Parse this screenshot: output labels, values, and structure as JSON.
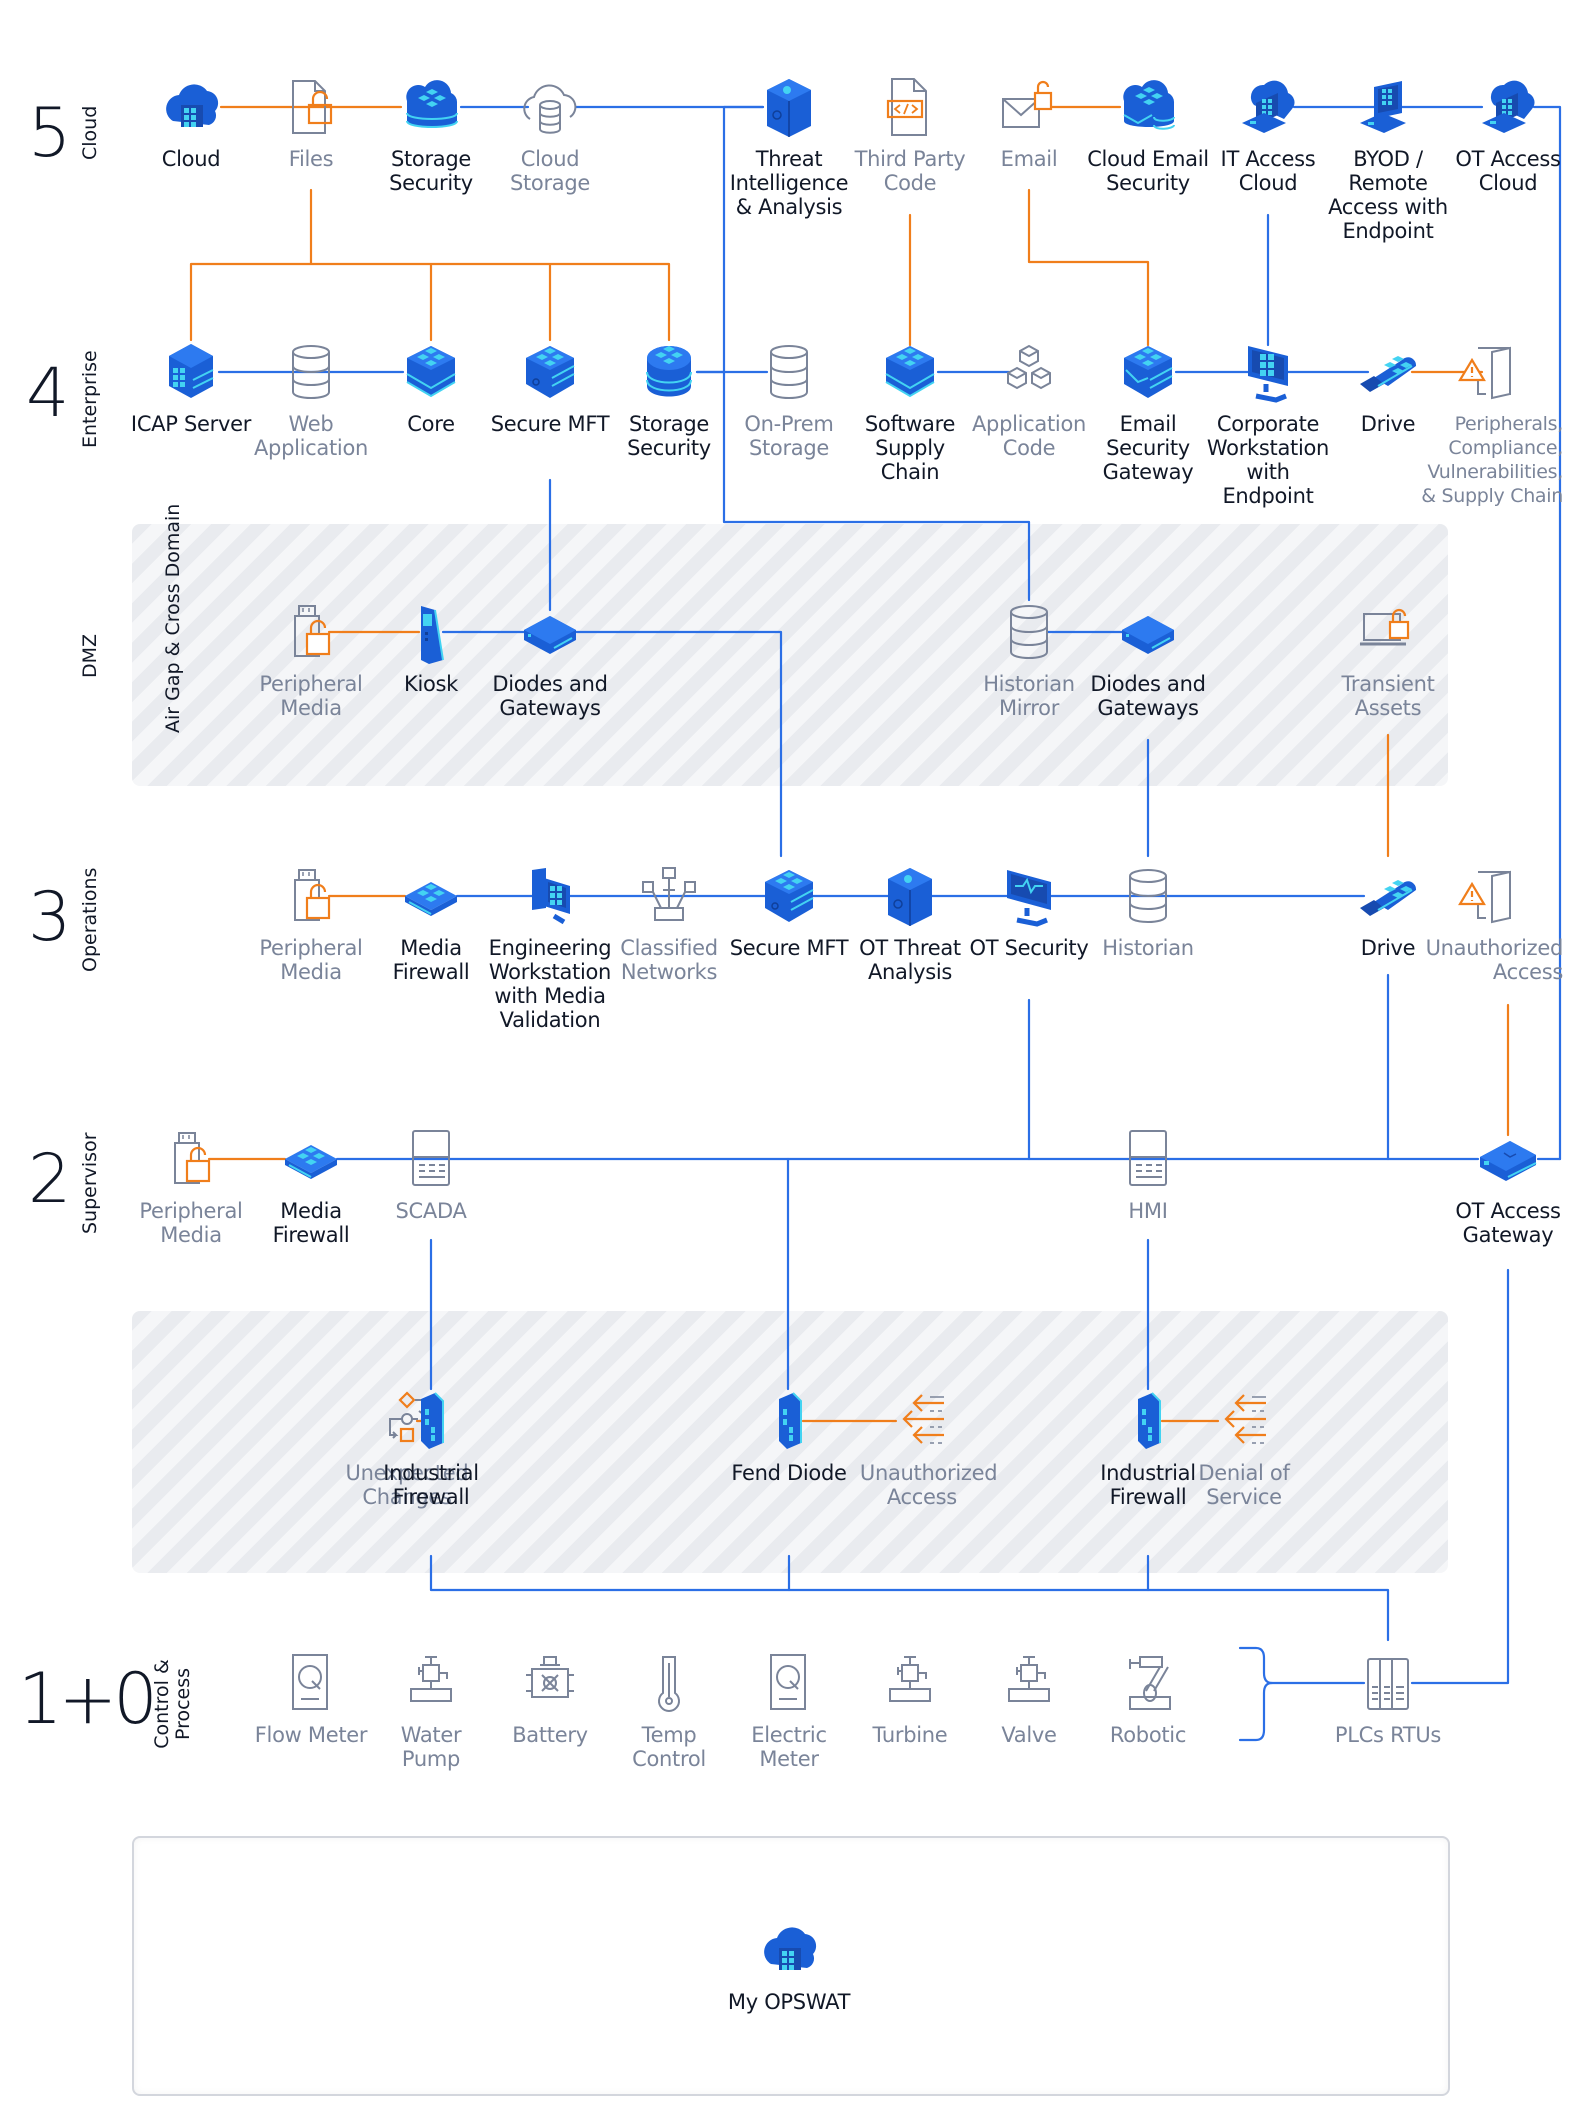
{
  "colors": {
    "product_blue": "#1a5fd6",
    "product_highlight": "#43d3f2",
    "wire_blue": "#2b6fe6",
    "wire_orange": "#f07e1b",
    "asset_gray": "#7a8499",
    "text_dark": "#111827"
  },
  "levels": [
    {
      "number": "5",
      "name": "Cloud"
    },
    {
      "number": "4",
      "name": "Enterprise"
    },
    {
      "number": "",
      "name": "DMZ",
      "subname": "Air Gap & Cross Domain"
    },
    {
      "number": "3",
      "name": "Operations"
    },
    {
      "number": "2",
      "name": "Supervisor"
    },
    {
      "number": "1+0",
      "name": "Control & Process"
    }
  ],
  "cloud_row": [
    {
      "label": "Cloud",
      "icon": "cloud-icon",
      "kind": "product"
    },
    {
      "label": "Files",
      "icon": "file-unlocked-icon",
      "kind": "asset"
    },
    {
      "label": "Storage Security",
      "icon": "storage-security-cloud-icon",
      "kind": "product"
    },
    {
      "label": "Cloud Storage",
      "icon": "cloud-database-icon",
      "kind": "asset"
    },
    {
      "label": "Threat Intelligence & Analysis",
      "icon": "threat-intelligence-icon",
      "kind": "product"
    },
    {
      "label": "Third Party Code",
      "icon": "code-file-icon",
      "kind": "asset"
    },
    {
      "label": "Email",
      "icon": "email-unlocked-icon",
      "kind": "asset"
    },
    {
      "label": "Cloud Email Security",
      "icon": "cloud-email-security-icon",
      "kind": "product"
    },
    {
      "label": "IT Access Cloud",
      "icon": "laptop-cloud-icon",
      "kind": "product"
    },
    {
      "label": "BYOD / Remote Access with Endpoint",
      "icon": "laptop-icon",
      "kind": "product"
    },
    {
      "label": "OT Access Cloud",
      "icon": "laptop-cloud-icon",
      "kind": "product"
    }
  ],
  "enterprise_row": [
    {
      "label": "ICAP Server",
      "icon": "icap-server-icon",
      "kind": "product"
    },
    {
      "label": "Web Application",
      "icon": "database-icon",
      "kind": "asset"
    },
    {
      "label": "Core",
      "icon": "core-cube-icon",
      "kind": "product"
    },
    {
      "label": "Secure MFT",
      "icon": "secure-mft-icon",
      "kind": "product"
    },
    {
      "label": "Storage Security",
      "icon": "storage-security-icon",
      "kind": "product"
    },
    {
      "label": "On-Prem Storage",
      "icon": "database-icon",
      "kind": "asset"
    },
    {
      "label": "Software Supply Chain",
      "icon": "core-cube-icon",
      "kind": "product"
    },
    {
      "label": "Application Code",
      "icon": "cubes-icon",
      "kind": "asset"
    },
    {
      "label": "Email Security Gateway",
      "icon": "email-gateway-icon",
      "kind": "product"
    },
    {
      "label": "Corporate Workstation with Endpoint",
      "icon": "monitor-icon",
      "kind": "product"
    },
    {
      "label": "Drive",
      "icon": "usb-drive-icon",
      "kind": "product"
    },
    {
      "label": "Peripherals, Compliance, Vulnerabilities, & Supply Chain",
      "icon": "door-warning-icon",
      "kind": "asset"
    }
  ],
  "dmz_row": [
    {
      "label": "Peripheral Media",
      "icon": "usb-unlocked-icon",
      "kind": "asset"
    },
    {
      "label": "Kiosk",
      "icon": "kiosk-icon",
      "kind": "product"
    },
    {
      "label": "Diodes and Gateways",
      "icon": "diode-box-icon",
      "kind": "product"
    },
    {
      "label": "Historian Mirror",
      "icon": "database-icon",
      "kind": "asset"
    },
    {
      "label": "Diodes and Gateways",
      "icon": "diode-box-icon",
      "kind": "product"
    },
    {
      "label": "Transient Assets",
      "icon": "laptop-unlocked-icon",
      "kind": "asset"
    }
  ],
  "operations_row": [
    {
      "label": "Peripheral Media",
      "icon": "usb-unlocked-icon",
      "kind": "asset"
    },
    {
      "label": "Media Firewall",
      "icon": "media-firewall-icon",
      "kind": "product"
    },
    {
      "label": "Engineering Workstation with Media Validation",
      "icon": "workstation-tower-icon",
      "kind": "product"
    },
    {
      "label": "Classified Networks",
      "icon": "network-tree-icon",
      "kind": "asset"
    },
    {
      "label": "Secure MFT",
      "icon": "secure-mft-icon",
      "kind": "product"
    },
    {
      "label": "OT Threat Analysis",
      "icon": "threat-intelligence-icon",
      "kind": "product"
    },
    {
      "label": "OT Security",
      "icon": "ot-security-monitor-icon",
      "kind": "product"
    },
    {
      "label": "Historian",
      "icon": "database-icon",
      "kind": "asset"
    },
    {
      "label": "Drive",
      "icon": "usb-drive-icon",
      "kind": "product"
    },
    {
      "label": "Unauthorized Access",
      "icon": "door-warning-icon",
      "kind": "asset"
    }
  ],
  "supervisor_row": [
    {
      "label": "Peripheral Media",
      "icon": "usb-unlocked-icon",
      "kind": "asset"
    },
    {
      "label": "Media Firewall",
      "icon": "media-firewall-icon",
      "kind": "product"
    },
    {
      "label": "SCADA",
      "icon": "scada-panel-icon",
      "kind": "asset"
    },
    {
      "label": "HMI",
      "icon": "hmi-panel-icon",
      "kind": "asset"
    },
    {
      "label": "OT Access Gateway",
      "icon": "gateway-box-icon",
      "kind": "product"
    }
  ],
  "level1_zone_row": [
    {
      "label": "Unexpected Changes",
      "icon": "flowchart-icon",
      "kind": "asset"
    },
    {
      "label": "Industrial Firewall",
      "icon": "industrial-firewall-icon",
      "kind": "product"
    },
    {
      "label": "Fend Diode",
      "icon": "industrial-firewall-icon",
      "kind": "product"
    },
    {
      "label": "Unauthorized Access",
      "icon": "incoming-arrows-icon",
      "kind": "asset"
    },
    {
      "label": "Industrial Firewall",
      "icon": "industrial-firewall-icon",
      "kind": "product"
    },
    {
      "label": "Denial of Service",
      "icon": "incoming-arrows-icon",
      "kind": "asset"
    }
  ],
  "process_row": [
    {
      "label": "Flow Meter",
      "icon": "gauge-meter-icon",
      "kind": "asset"
    },
    {
      "label": "Water Pump",
      "icon": "pump-icon",
      "kind": "asset"
    },
    {
      "label": "Battery",
      "icon": "battery-icon",
      "kind": "asset"
    },
    {
      "label": "Temp Control",
      "icon": "thermometer-icon",
      "kind": "asset"
    },
    {
      "label": "Electric Meter",
      "icon": "gauge-meter-icon",
      "kind": "asset"
    },
    {
      "label": "Turbine",
      "icon": "pump-icon",
      "kind": "asset"
    },
    {
      "label": "Valve",
      "icon": "pump-icon",
      "kind": "asset"
    },
    {
      "label": "Robotic",
      "icon": "robotic-arm-icon",
      "kind": "asset"
    },
    {
      "label": "PLCs RTUs",
      "icon": "plc-rack-icon",
      "kind": "asset"
    }
  ],
  "bottom_panel": {
    "label": "My OPSWAT",
    "icon": "cloud-icon",
    "kind": "product"
  }
}
